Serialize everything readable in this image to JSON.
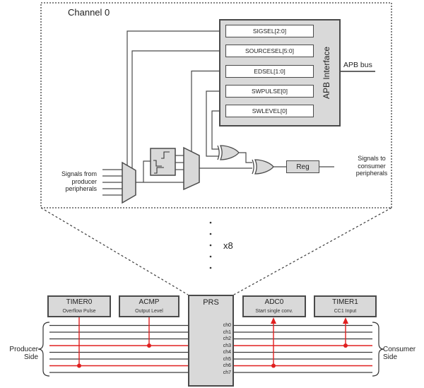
{
  "channel_detail": {
    "title": "Channel 0",
    "registers": [
      "SIGSEL[2:0]",
      "SOURCESEL[5:0]",
      "EDSEL[1:0]",
      "SWPULSE[0]",
      "SWLEVEL[0]"
    ],
    "apb_interface_label": "APB Interface",
    "apb_bus_label": "APB bus",
    "signals_from_label": "Signals from\nproducer\nperipherals",
    "signals_to_label": "Signals to\nconsumer\nperipherals",
    "reg_label": "Reg"
  },
  "multiplier_label": "x8",
  "overview": {
    "prs_label": "PRS",
    "producer_side_label": "Producer Side",
    "consumer_side_label": "Consumer Side",
    "channels": [
      "ch0",
      "ch1",
      "ch2",
      "ch3",
      "ch4",
      "ch5",
      "ch6",
      "ch7"
    ],
    "producers": [
      {
        "name": "TIMER0",
        "signal": "Overflow Pulse",
        "channel": "ch6"
      },
      {
        "name": "ACMP",
        "signal": "Output Level",
        "channel": "ch3"
      }
    ],
    "consumers": [
      {
        "name": "ADC0",
        "signal": "Start single conv.",
        "channel": "ch6"
      },
      {
        "name": "TIMER1",
        "signal": "CC1 Input",
        "channel": "ch3"
      }
    ]
  },
  "colors": {
    "highlight_red": "#e02020",
    "box_fill": "#d9d9d9",
    "box_border": "#4a4a4a",
    "line": "#3c3c3c"
  }
}
